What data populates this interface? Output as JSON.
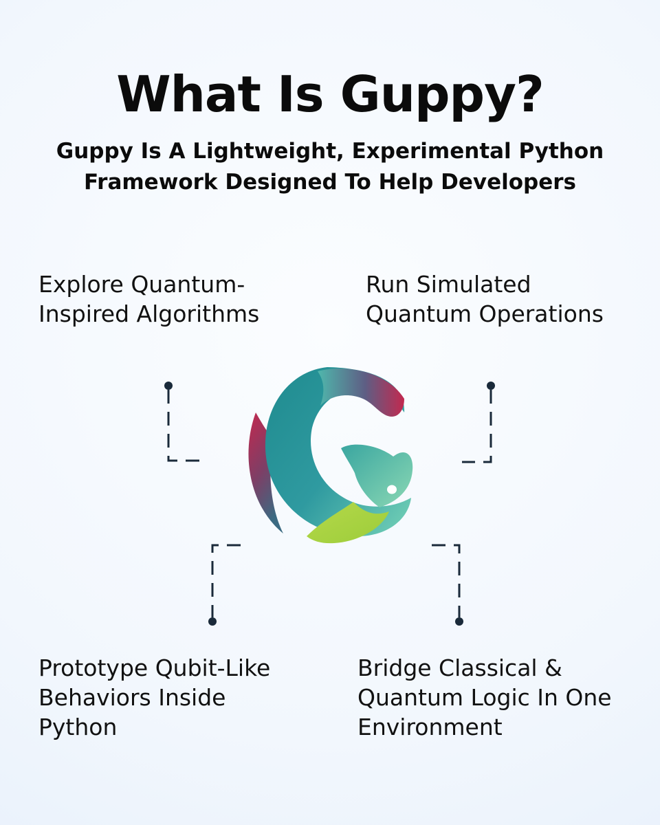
{
  "header": {
    "title": "What Is Guppy?",
    "subtitle_lines": [
      "Guppy Is A Lightweight, Experimental Python",
      "Framework Designed To Help Developers"
    ]
  },
  "features": [
    {
      "lines": [
        "Explore Quantum-",
        "Inspired Algorithms"
      ]
    },
    {
      "lines": [
        "Run Simulated",
        "Quantum Operations"
      ]
    },
    {
      "lines": [
        "Prototype Qubit-Like",
        "Behaviors Inside",
        "Python"
      ]
    },
    {
      "lines": [
        "Bridge Classical &",
        "Quantum Logic In One",
        "Environment"
      ]
    }
  ],
  "logo": {
    "icon": "guppy-g-fish-logo",
    "colors": {
      "crimson": "#c2294f",
      "plum": "#7d3f66",
      "teal": "#1f8b8f",
      "mint": "#6fcdb5",
      "lime": "#9ccd3a"
    }
  },
  "connector_color": "#1a2a3a"
}
